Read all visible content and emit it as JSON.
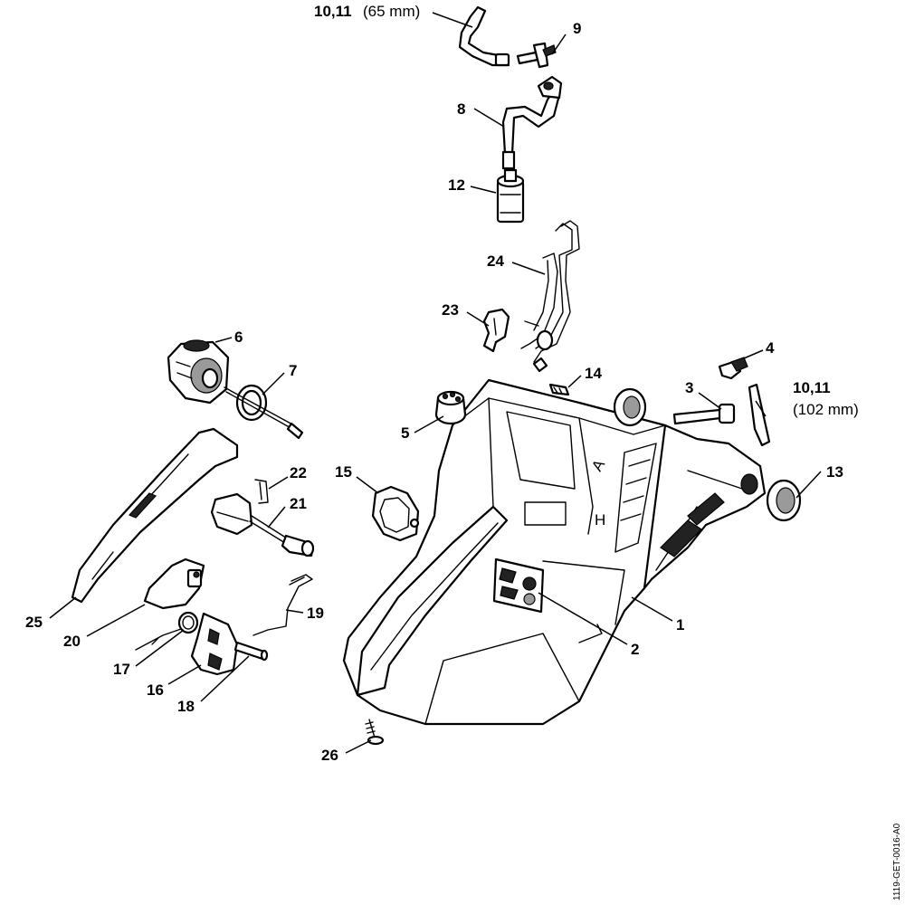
{
  "labels": {
    "p1": "1",
    "p2": "2",
    "p3": "3",
    "p4": "4",
    "p5": "5",
    "p6": "6",
    "p7": "7",
    "p8": "8",
    "p9": "9",
    "p10_11_top": "10,11",
    "p10_11_top_size": "(65 mm)",
    "p10_11_right": "10,11",
    "p10_11_right_size": "(102 mm)",
    "p12": "12",
    "p13": "13",
    "p14": "14",
    "p15": "15",
    "p16": "16",
    "p17": "17",
    "p18": "18",
    "p19": "19",
    "p20": "20",
    "p21": "21",
    "p22": "22",
    "p23": "23",
    "p24": "24",
    "p25": "25",
    "p26": "26"
  },
  "housing_markings": {
    "lever_a": "A",
    "lever_h": "H"
  },
  "document_id": "1119-GET-0016-A0"
}
